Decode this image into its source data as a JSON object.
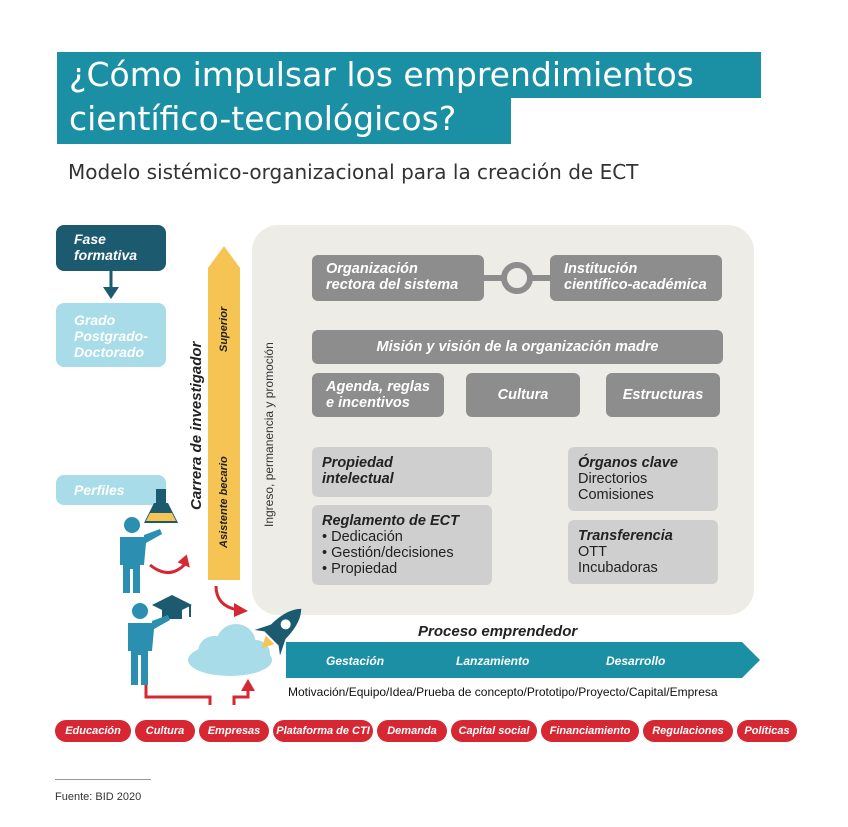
{
  "title": {
    "line1": "¿Cómo impulsar los emprendimientos",
    "line2": "científico-tecnológicos?"
  },
  "subtitle": "Modelo sistémico-organizacional para la creación de ECT",
  "left": {
    "fase_line1": "Fase",
    "fase_line2": "formativa",
    "grado_line1": "Grado",
    "grado_line2": "Postgrado-",
    "grado_line3": "Doctorado",
    "perfiles": "Perfiles"
  },
  "carrera": {
    "label": "Carrera de investigador",
    "superior": "Superior",
    "asistente": "Asistente becario",
    "ingreso": "Ingreso, permanencia y promoción"
  },
  "panel": {
    "org_line1": "Organización",
    "org_line2": "rectora del sistema",
    "inst_line1": "Institución",
    "inst_line2": "científico-académica",
    "mision": "Misión y visión de la organización madre",
    "agenda_line1": "Agenda, reglas",
    "agenda_line2": "e incentivos",
    "cultura": "Cultura",
    "estructuras": "Estructuras",
    "propiedad_line1": "Propiedad",
    "propiedad_line2": "intelectual",
    "reglamento_title": "Reglamento de ECT",
    "reglamento_items": [
      "• Dedicación",
      "• Gestión/decisiones",
      "• Propiedad"
    ],
    "organos_title": "Órganos clave",
    "organos_items": [
      "Directorios",
      "Comisiones"
    ],
    "transferencia_title": "Transferencia",
    "transferencia_items": [
      "OTT",
      "Incubadoras"
    ]
  },
  "proceso": {
    "label": "Proceso emprendedor",
    "stages": [
      "Gestación",
      "Lanzamiento",
      "Desarrollo"
    ],
    "steps": "Motivación/Equipo/Idea/Prueba de concepto/Prototipo/Proyecto/Capital/Empresa"
  },
  "factors": [
    "Educación",
    "Cultura",
    "Empresas",
    "Plataforma de CTI",
    "Demanda",
    "Capital social",
    "Financiamiento",
    "Regulaciones",
    "Políticas"
  ],
  "source": "Fuente: BID 2020",
  "colors": {
    "teal": "#1b8fa4",
    "dark_teal": "#1c5a70",
    "light_blue": "#a7dce8",
    "yellow": "#f5c453",
    "gray": "#8d8d8d",
    "light_gray": "#cfcfcf",
    "red": "#d62733",
    "figure": "#2a8fb0"
  }
}
